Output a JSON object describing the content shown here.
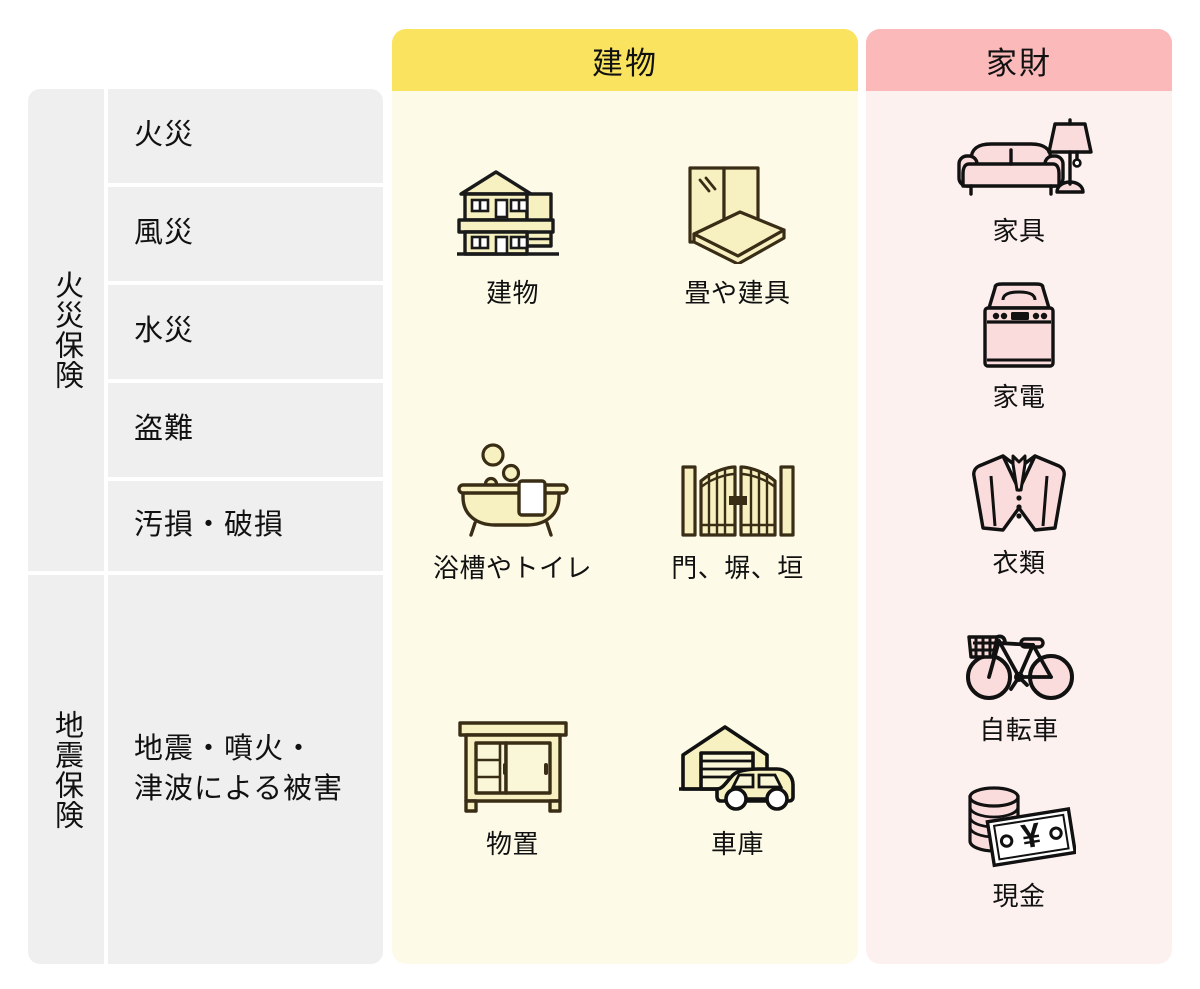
{
  "table": {
    "categories": [
      {
        "id": "fire",
        "label": "火災保険",
        "rows": 5
      },
      {
        "id": "quake",
        "label": "地震保険",
        "rows": 1
      }
    ],
    "perils": [
      {
        "label": "火災",
        "category": "fire"
      },
      {
        "label": "風災",
        "category": "fire"
      },
      {
        "label": "水災",
        "category": "fire"
      },
      {
        "label": "盗難",
        "category": "fire"
      },
      {
        "label": "汚損・破損",
        "category": "fire"
      },
      {
        "label": "地震・噴火・\n津波による被害",
        "category": "quake"
      }
    ]
  },
  "panels": [
    {
      "id": "building",
      "title": "建物",
      "header_color": "#fae35f",
      "body_color": "#fdfbe8",
      "items": [
        {
          "label": "建物",
          "icon": "house-icon"
        },
        {
          "label": "畳や建具",
          "icon": "tatami-fittings-icon"
        },
        {
          "label": "浴槽やトイレ",
          "icon": "bathtub-icon"
        },
        {
          "label": "門、塀、垣",
          "icon": "gate-fence-icon"
        },
        {
          "label": "物置",
          "icon": "storage-shed-icon"
        },
        {
          "label": "車庫",
          "icon": "garage-car-icon"
        }
      ]
    },
    {
      "id": "contents",
      "title": "家財",
      "header_color": "#fbb9b9",
      "body_color": "#fdf1f0",
      "items": [
        {
          "label": "家具",
          "icon": "sofa-lamp-icon"
        },
        {
          "label": "家電",
          "icon": "washing-machine-icon"
        },
        {
          "label": "衣類",
          "icon": "jacket-icon"
        },
        {
          "label": "自転車",
          "icon": "bicycle-icon"
        },
        {
          "label": "現金",
          "icon": "cash-coins-icon"
        }
      ]
    }
  ],
  "colors": {
    "table_cell": "#efefef",
    "page_background": "#ffffff",
    "outline": "#1a1a1a",
    "building_fill": "#f7f0c0",
    "contents_fill": "#fbdcdc"
  }
}
